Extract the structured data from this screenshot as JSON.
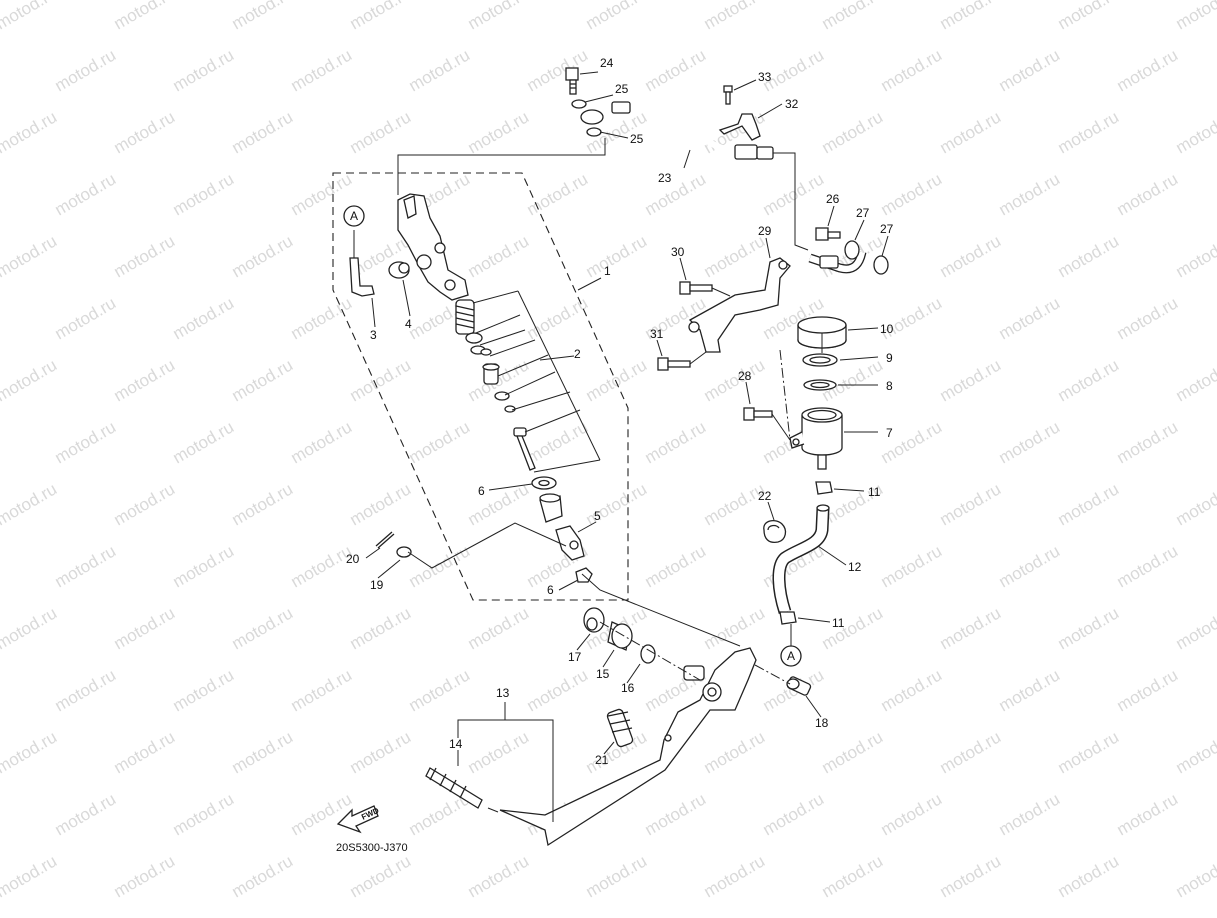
{
  "watermark": "motod.ru",
  "diagram_code": "20S5300-J370",
  "fwd_label": "FWD",
  "ref_marker": "A",
  "callouts": [
    "1",
    "2",
    "3",
    "4",
    "5",
    "6",
    "6",
    "7",
    "8",
    "9",
    "10",
    "11",
    "11",
    "12",
    "13",
    "14",
    "15",
    "16",
    "17",
    "18",
    "19",
    "20",
    "21",
    "22",
    "23",
    "24",
    "25",
    "25",
    "26",
    "27",
    "27",
    "28",
    "29",
    "30",
    "31",
    "32",
    "33"
  ]
}
